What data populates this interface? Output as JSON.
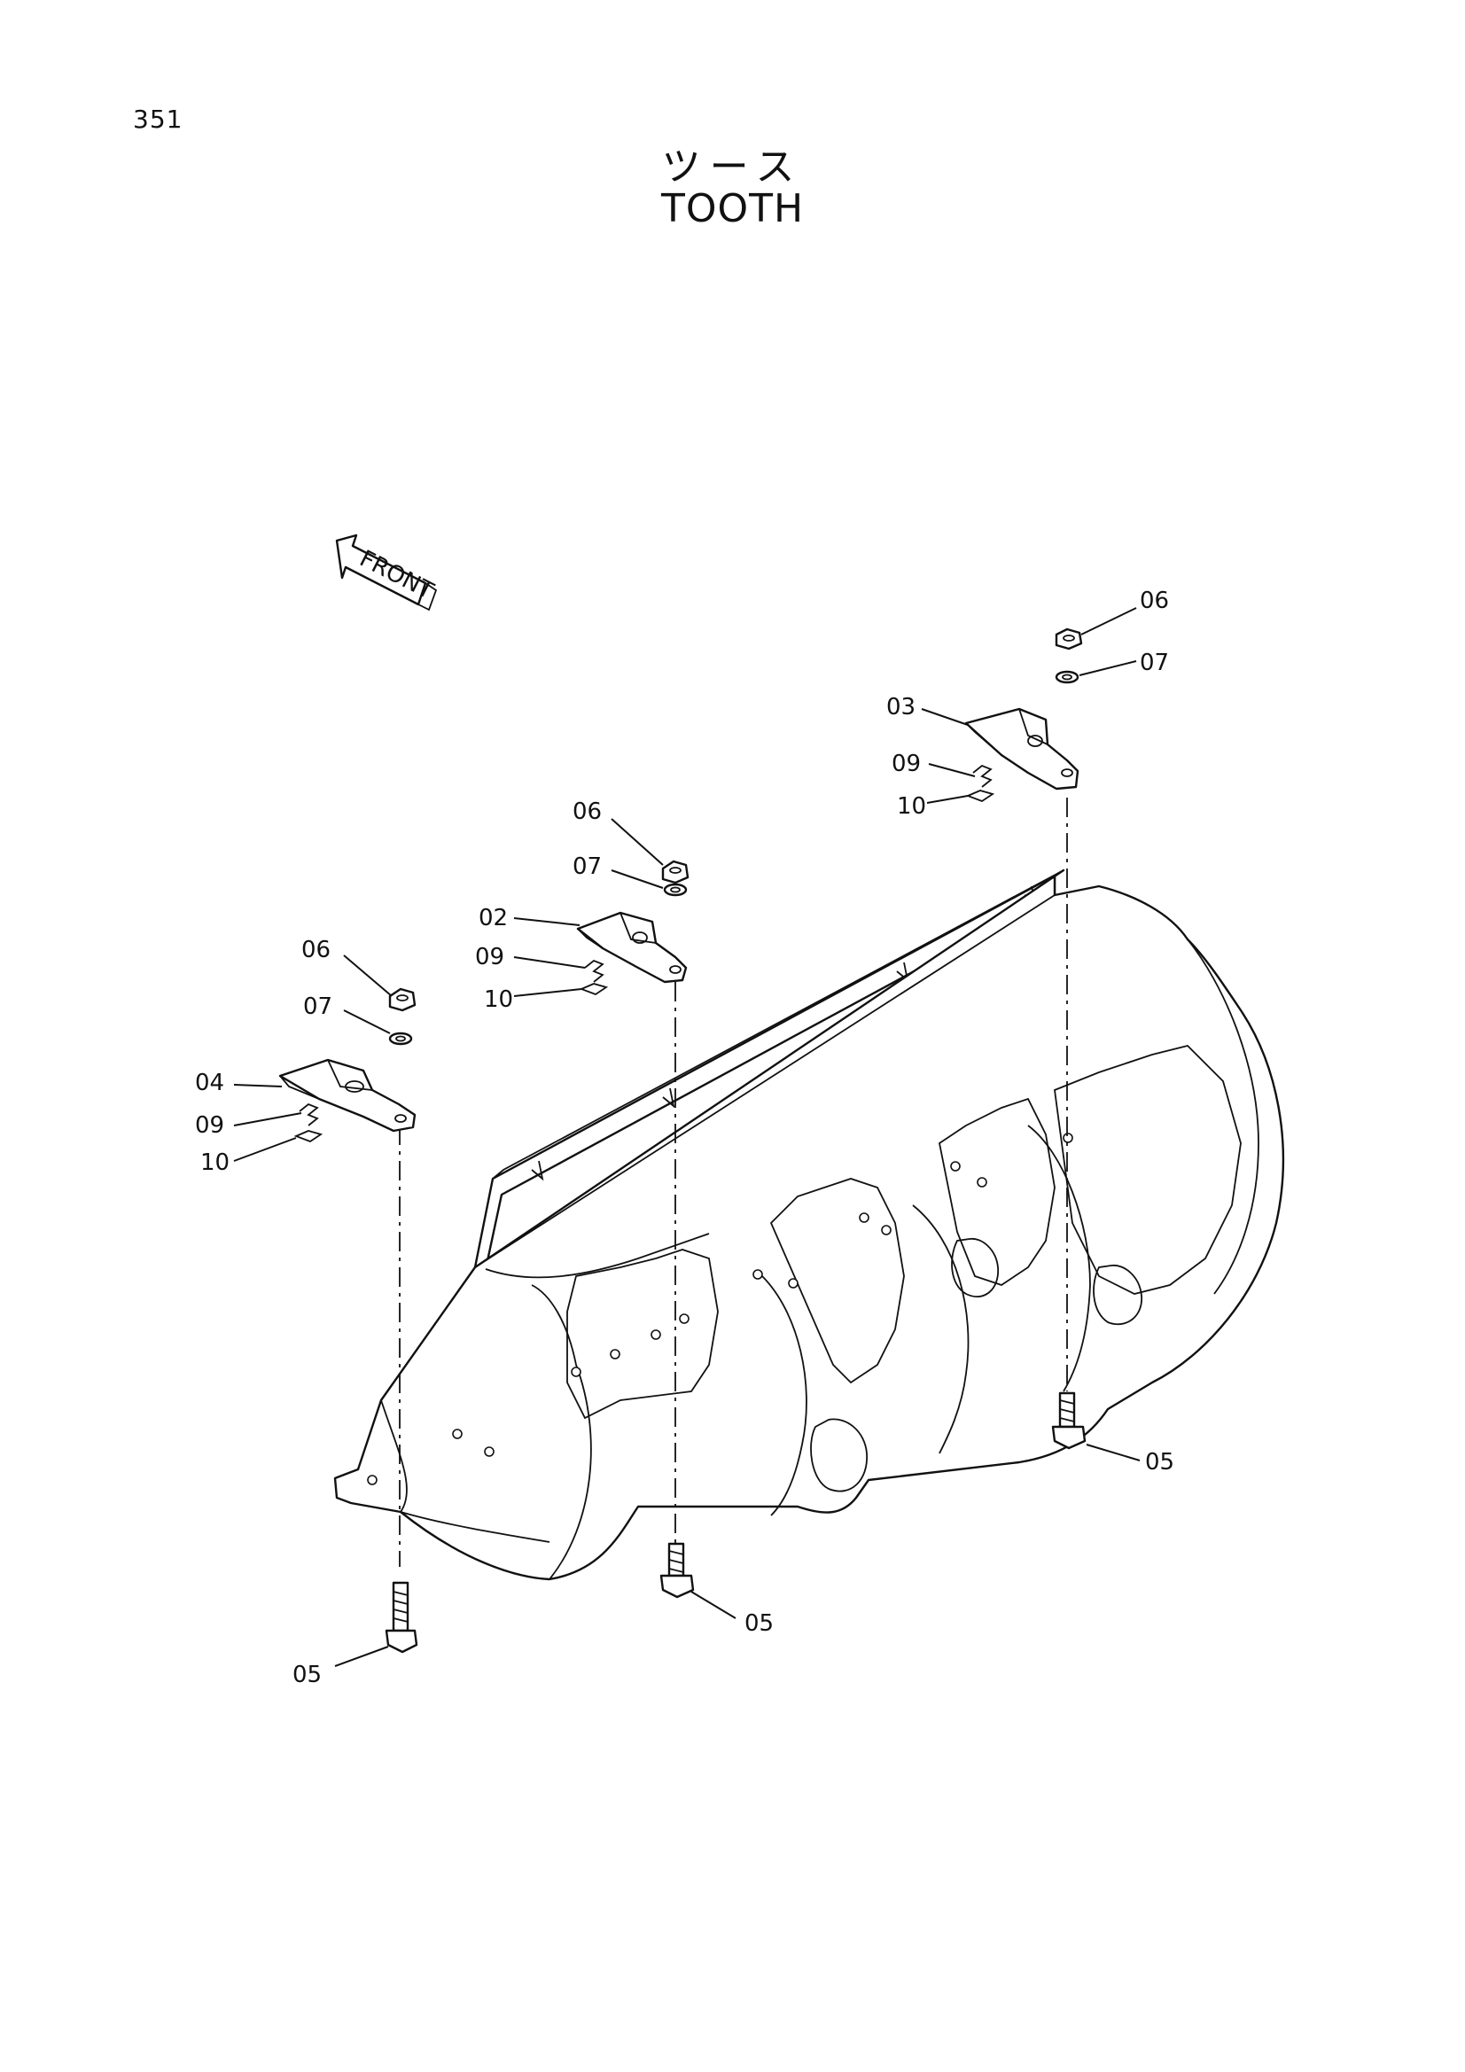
{
  "page": {
    "number": "351",
    "title_jp": "ツース",
    "title_en": "TOOTH"
  },
  "front_arrow": {
    "label": "FRONT"
  },
  "callouts": {
    "right_06": "06",
    "right_07": "07",
    "right_03": "03",
    "right_09": "09",
    "right_10": "10",
    "middle_06": "06",
    "middle_07": "07",
    "middle_02": "02",
    "middle_09": "09",
    "middle_10": "10",
    "left_06": "06",
    "left_07": "07",
    "left_04": "04",
    "left_09": "09",
    "left_10": "10",
    "bolt_right_05": "05",
    "bolt_middle_05": "05",
    "bolt_left_05": "05"
  }
}
